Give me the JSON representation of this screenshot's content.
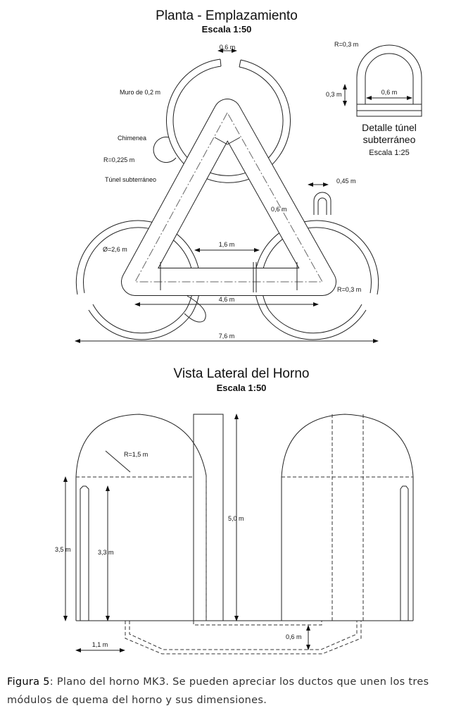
{
  "plan": {
    "title": "Planta - Emplazamiento",
    "scale": "Escala 1:50",
    "labels": {
      "gap": "0,6 m",
      "wall": "Muro de 0,2 m",
      "chimney": "Chimenea",
      "chimney_radius": "R=0,225 m",
      "tunnel": "Túnel subterráneo",
      "chimney_width": "0,45 m",
      "tunnel_width": "0,6 m",
      "diameter": "Ø=2,6 m",
      "inner_span": "1,6 m",
      "corner_radius": "R=0,3 m",
      "tunnel_span": "4,6 m",
      "total_span": "7,6 m"
    }
  },
  "detail": {
    "radius": "R=0,3 m",
    "height": "0,3 m",
    "width": "0,6 m",
    "title_line1": "Detalle túnel",
    "title_line2": "subterráneo",
    "scale": "Escala 1:25"
  },
  "side": {
    "title": "Vista Lateral del Horno",
    "scale": "Escala 1:50",
    "labels": {
      "dome_radius": "R=1,5 m",
      "wall_height": "3,5 m",
      "inner_height": "3,3 m",
      "chimney_height": "5,0 m",
      "duct_depth": "0,6 m",
      "width": "1,1 m"
    }
  },
  "caption": {
    "label": "Figura 5",
    "text": ": Plano del horno MK3. Se pueden apreciar los ductos que unen los tres módulos de quema del horno y sus dimensiones."
  }
}
